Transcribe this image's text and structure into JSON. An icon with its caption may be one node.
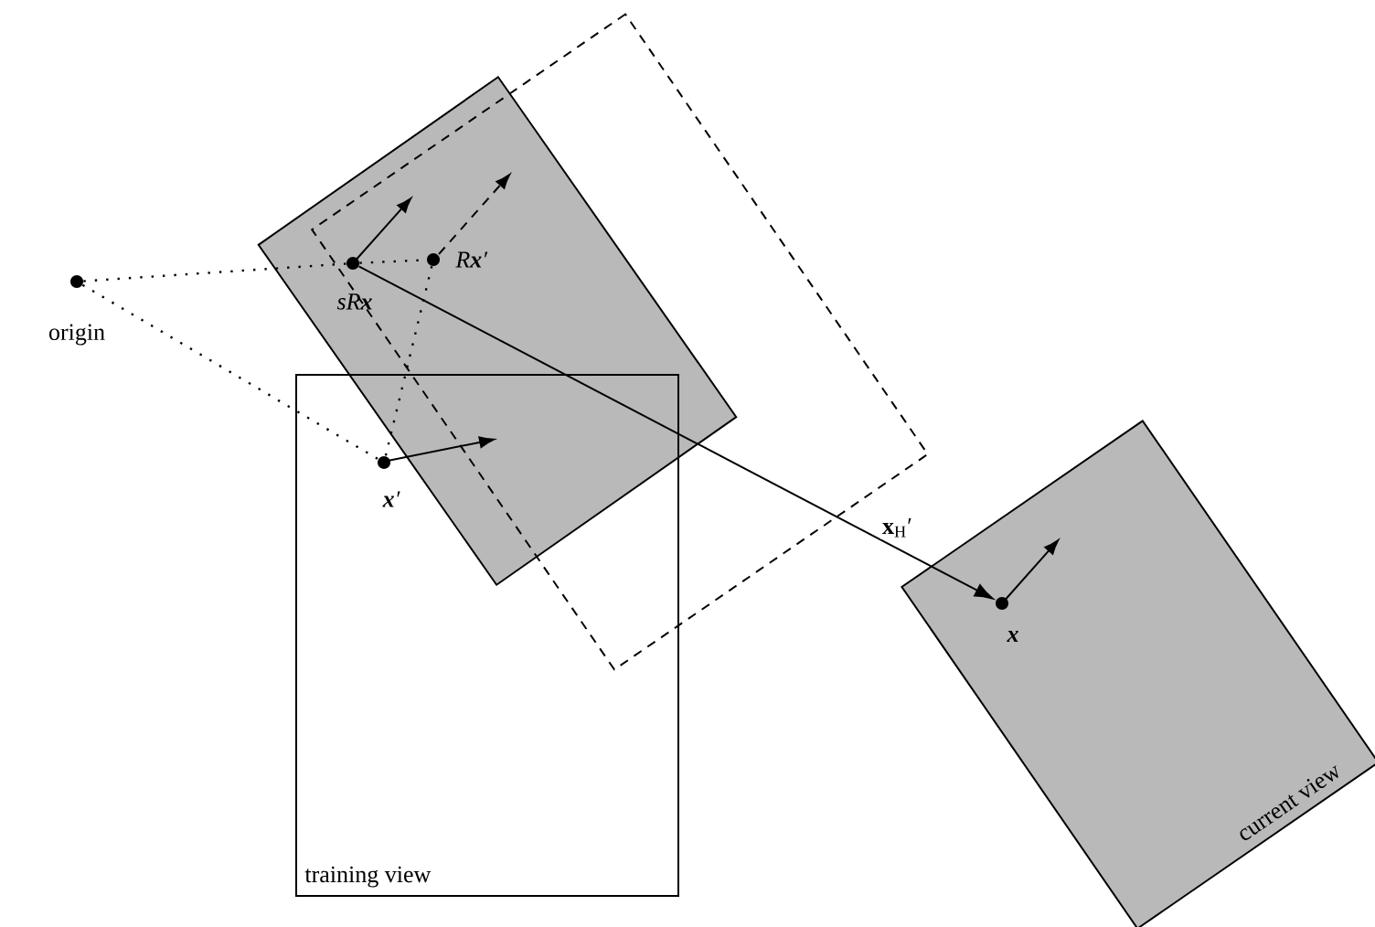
{
  "diagram": {
    "nodes": [
      {
        "text": [
          "training view"
        ]
      },
      {
        "text": [
          "current view"
        ]
      },
      {
        "text": [],
        "shape": "circle",
        "beside": [
          "origin"
        ]
      },
      {
        "text": [],
        "shape": "circle",
        "beside": [
          "sR**x**"
        ]
      },
      {
        "text": [],
        "shape": "circle",
        "beside": [
          "R**x**′"
        ]
      },
      {
        "text": [],
        "shape": "circle",
        "beside": [
          "**x**′"
        ],
        "in": 0
      },
      {
        "text": [],
        "shape": "circle",
        "beside": [
          "**x**"
        ],
        "in": 1
      }
    ],
    "edges": [
      {
        "from": 2,
        "to": 3,
        "arrow": "none",
        "style": "dashed"
      },
      {
        "from": 2,
        "to": 5,
        "arrow": "none",
        "style": "dashed"
      },
      {
        "from": 3,
        "to": 4,
        "arrow": "none",
        "style": "dashed"
      },
      {
        "from": 4,
        "to": 5,
        "arrow": "none",
        "style": "dashed"
      },
      {
        "from": 3,
        "to": 6,
        "arrow": "to",
        "label": "**x**$_{H}$′"
      }
    ]
  }
}
